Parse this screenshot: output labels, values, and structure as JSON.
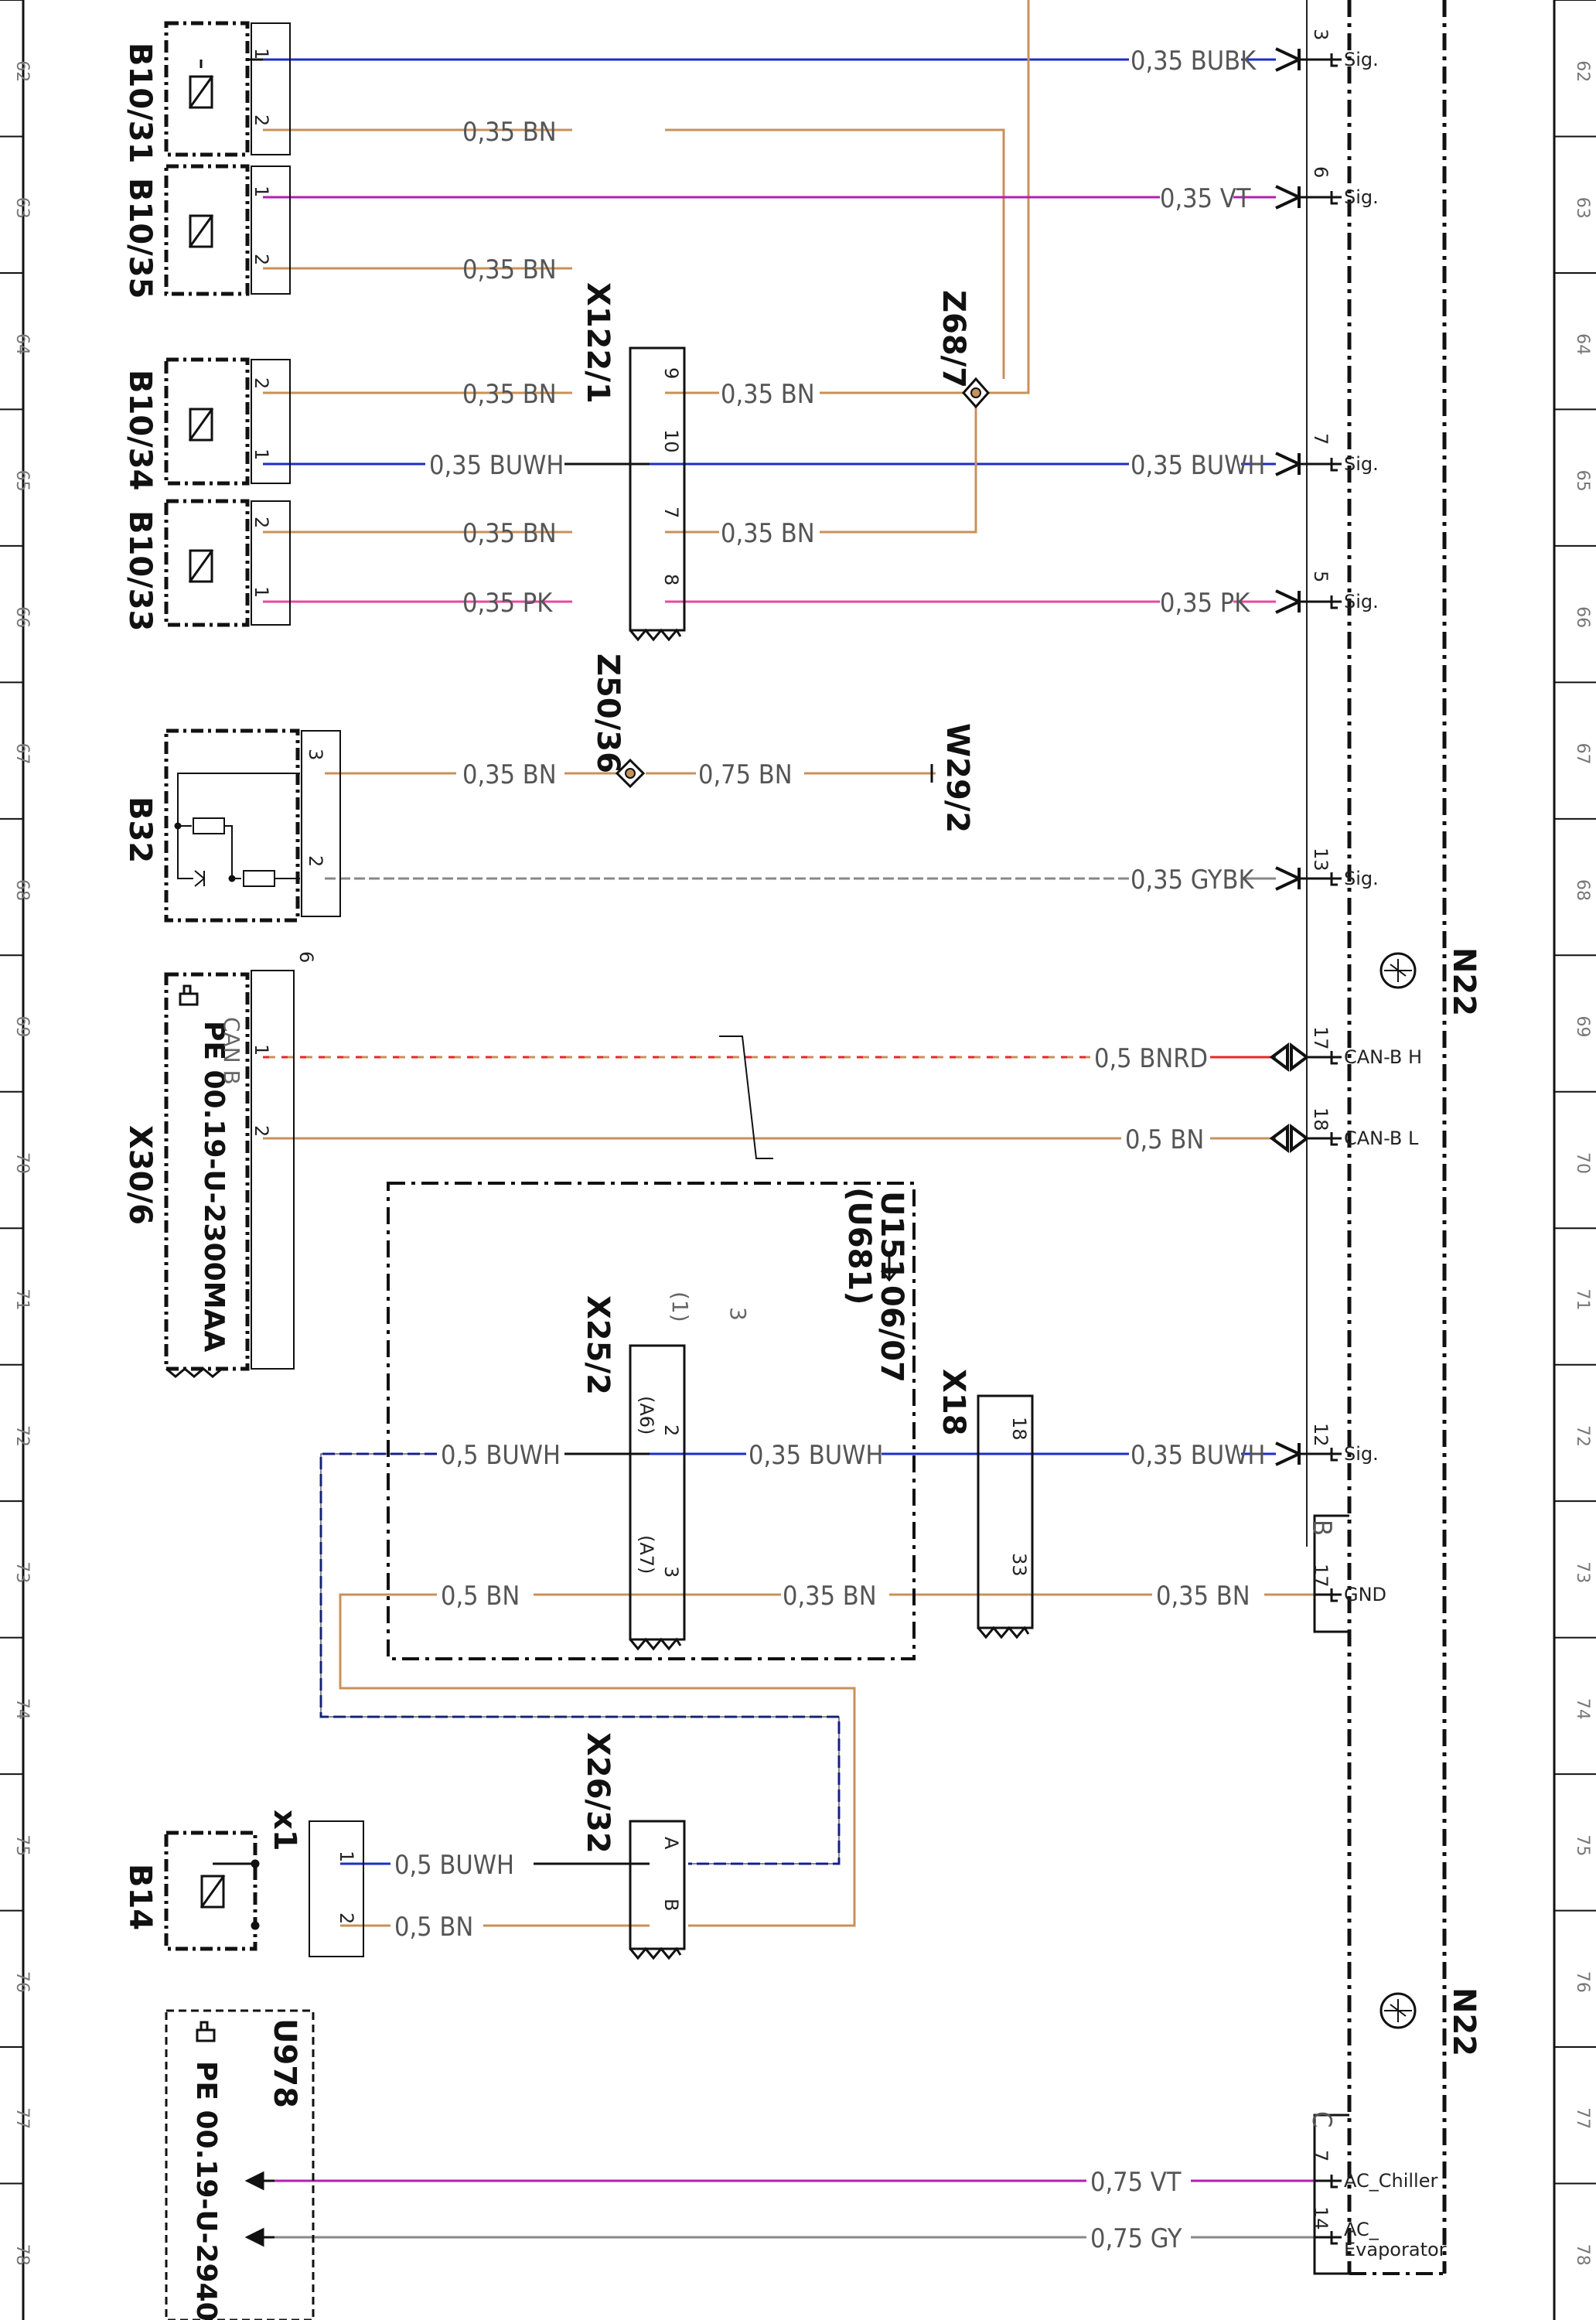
{
  "colors": {
    "BN": "#c8915a",
    "BU": "#1c2fc8",
    "VT": "#b21fb3",
    "PK": "#e64a9e",
    "RD": "#e8262a",
    "GY": "#888888",
    "BK": "#111111"
  },
  "rows": [
    "62",
    "63",
    "64",
    "65",
    "66",
    "67",
    "68",
    "69",
    "70",
    "71",
    "72",
    "73",
    "74",
    "75",
    "76",
    "77",
    "78"
  ],
  "components": {
    "b10_31": "B10/31",
    "b10_35": "B10/35",
    "b10_34": "B10/34",
    "b10_33": "B10/33",
    "b32": "B32",
    "x30_6": "X30/6",
    "x30_6_pe": "PE 00.19-U-2300MAA",
    "x30_6_can": "CAN B",
    "x122_1": "X122/1",
    "z68_7": "Z68/7",
    "z50_36": "Z50/36",
    "w29_2": "W29/2",
    "n22": "N22",
    "u151": "U151",
    "u151_ref": "06/07",
    "u681": "(U681)",
    "x25_2": "X25/2",
    "x25_2_note": "(1)",
    "x25_2_note_num": "3",
    "x18": "X18",
    "x26_32": "X26/32",
    "b14": "B14",
    "x1": "x1",
    "u978": "U978",
    "u978_pe": "PE 00.19-U-2940"
  },
  "wires": {
    "w1": "0,35 BUBK",
    "w2": "0,35 BN",
    "w3": "0,35 VT",
    "w4": "0,35 BN",
    "w5a": "0,35 BN",
    "w5b": "0,35 BN",
    "w6a": "0,35 BUWH",
    "w6b": "0,35 BUWH",
    "w7a": "0,35 BN",
    "w7b": "0,35 BN",
    "w8a": "0,35 PK",
    "w8b": "0,35 PK",
    "w9a": "0,35 BN",
    "w9b": "0,75 BN",
    "w10": "0,35 GYBK",
    "w11": "0,5 BNRD",
    "w12": "0,5 BN",
    "w13a": "0,5 BUWH",
    "w13b": "0,35 BUWH",
    "w13c": "0,35 BUWH",
    "w14a": "0,5 BN",
    "w14b": "0,35 BN",
    "w14c": "0,35 BN",
    "w15": "0,5 BUWH",
    "w16": "0,5 BN",
    "w17": "0,75 VT",
    "w18": "0,75 GY"
  },
  "n22_pins": {
    "p3": "3",
    "p6": "6",
    "p7": "7",
    "p5": "5",
    "p13": "13",
    "p17": "17",
    "p18": "18",
    "p12": "12",
    "pB": "B",
    "p17b": "17",
    "pC": "C",
    "p7c": "7",
    "p14": "14"
  },
  "n22_signals": {
    "sig": "Sig.",
    "canh": "CAN-B H",
    "canl": "CAN-B L",
    "gnd": "GND",
    "chiller": "AC_Chiller",
    "evap1": "AC_",
    "evap2": "Evaporator"
  },
  "pins": {
    "b10_31_1": "1",
    "b10_31_2": "2",
    "b10_35_1": "1",
    "b10_35_2": "2",
    "b10_34_2": "2",
    "b10_34_1": "1",
    "b10_33_2": "2",
    "b10_33_1": "1",
    "x122_9": "9",
    "x122_10": "10",
    "x122_7": "7",
    "x122_8": "8",
    "b32_3": "3",
    "b32_2": "2",
    "x30_6_6": "6",
    "x30_6_1": "1",
    "x30_6_2": "2",
    "x25_2": "2",
    "x25_a6": "(A6)",
    "x25_3": "3",
    "x25_a7": "(A7)",
    "x18_18": "18",
    "x18_33": "33",
    "x26_a": "A",
    "x26_b": "B",
    "b14_1": "1",
    "b14_2": "2"
  }
}
